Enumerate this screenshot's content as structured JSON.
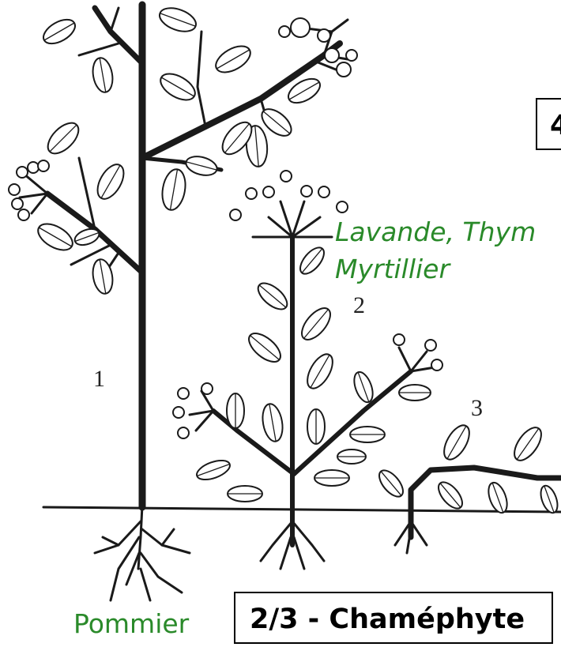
{
  "labels": {
    "plant_1": "1",
    "plant_2": "2",
    "plant_3": "3",
    "species_1": "Pommier",
    "species_2_line1": "Lavande, Thym",
    "species_2_line2": "Myrtillier"
  },
  "boxes": {
    "main": "2/3 - Chaméphyte",
    "corner": "4"
  },
  "colors": {
    "species_label": "#2a8a2a",
    "ink": "#1a1a1a",
    "background": "#ffffff"
  }
}
